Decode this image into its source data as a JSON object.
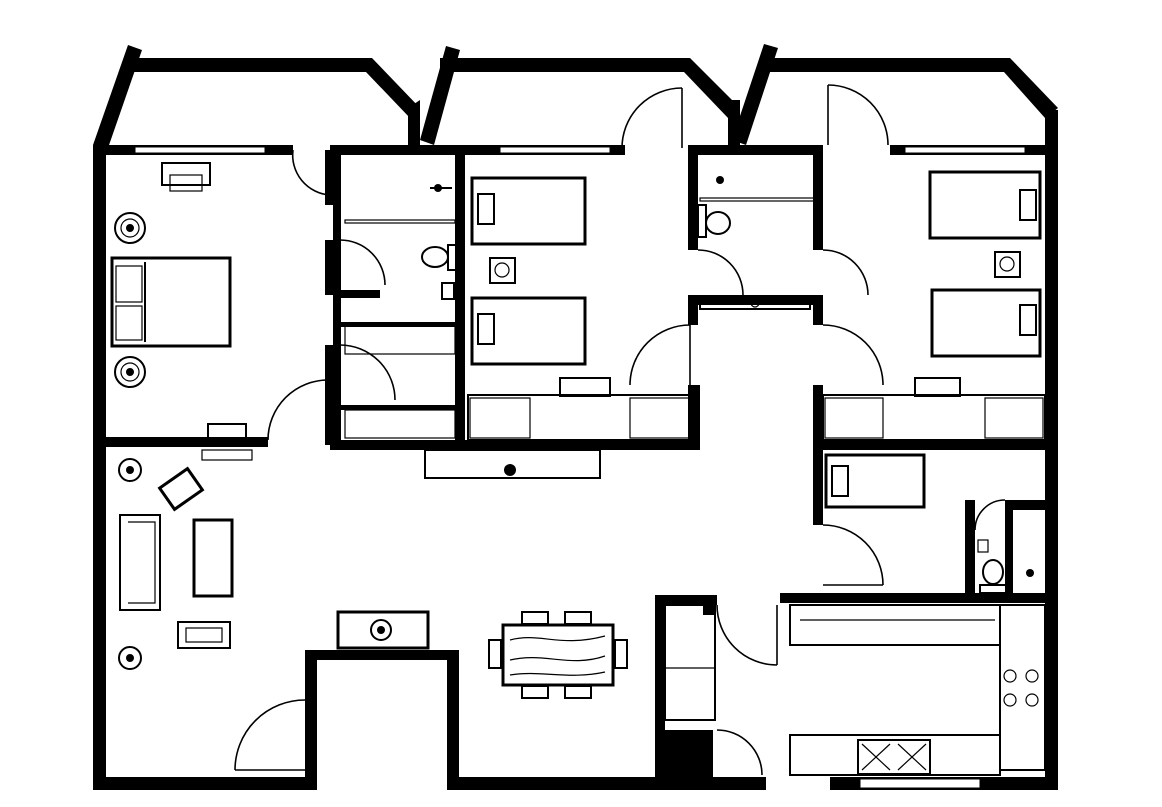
{
  "plan": {
    "colors": {
      "wall": "#000000",
      "background": "#ffffff"
    },
    "rooms": [
      "master-bedroom",
      "bedroom-2",
      "bedroom-3",
      "living-room",
      "dining-area",
      "kitchen",
      "bathroom-1",
      "bathroom-2",
      "bathroom-3"
    ]
  }
}
